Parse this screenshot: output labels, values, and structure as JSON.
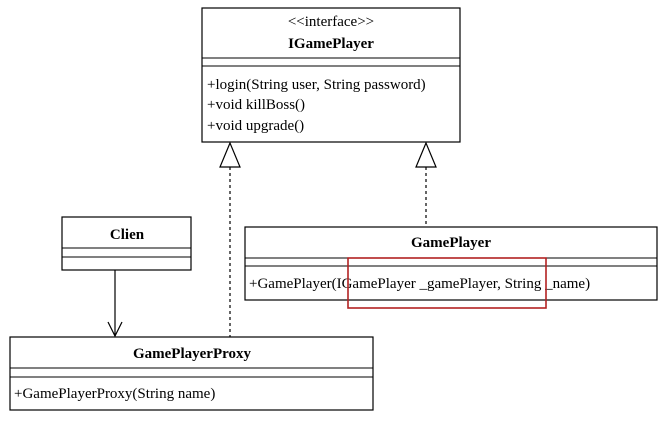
{
  "diagram": {
    "interface": {
      "stereotype": "<<interface>>",
      "name": "IGamePlayer",
      "methods": [
        "+login(String user, String password)",
        "+void killBoss()",
        "+void upgrade()"
      ]
    },
    "client": {
      "name": "Clien"
    },
    "game_player": {
      "name": "GamePlayer",
      "methods": [
        "+GamePlayer(IGamePlayer _gamePlayer, String _name)"
      ]
    },
    "proxy": {
      "name": "GamePlayerProxy",
      "methods": [
        "+GamePlayerProxy(String name)"
      ]
    },
    "colors": {
      "line": "#000000",
      "highlight": "#b22222",
      "background": "#ffffff"
    }
  }
}
